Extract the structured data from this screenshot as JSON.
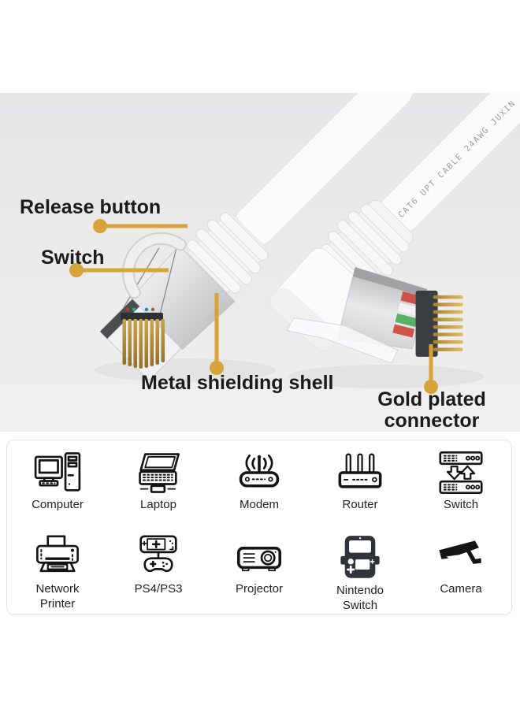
{
  "annotations": {
    "release_button": "Release button",
    "switch_label": "Switch",
    "metal_shell": "Metal shielding shell",
    "gold_plated_line1": "Gold plated",
    "gold_plated_line2": "connector"
  },
  "photo": {
    "cable_print": "CAT6 UPT CABLE 24AWG JUXIN"
  },
  "devices": {
    "items": [
      {
        "label": "Computer",
        "icon": "computer-icon"
      },
      {
        "label": "Laptop",
        "icon": "laptop-icon"
      },
      {
        "label": "Modem",
        "icon": "modem-icon"
      },
      {
        "label": "Router",
        "icon": "router-icon"
      },
      {
        "label": "Switch",
        "icon": "switch-icon"
      },
      {
        "label": "Network Printer",
        "icon": "network-printer-icon"
      },
      {
        "label": "PS4/PS3",
        "icon": "ps4-ps3-icon"
      },
      {
        "label": "Projector",
        "icon": "projector-icon"
      },
      {
        "label": "Nintendo Switch",
        "icon": "nintendo-switch-icon"
      },
      {
        "label": "Camera",
        "icon": "camera-icon"
      }
    ]
  },
  "colors": {
    "accent_gold": "#D6A43B",
    "photo_bg_top": "#E6E6E7",
    "photo_bg_bottom": "#F0F0F0",
    "icon_ink": "#141414",
    "label_ink": "#1B1B1B",
    "panel_border": "#E3E3E3",
    "cable_print_ink": "#9B9FA3"
  }
}
